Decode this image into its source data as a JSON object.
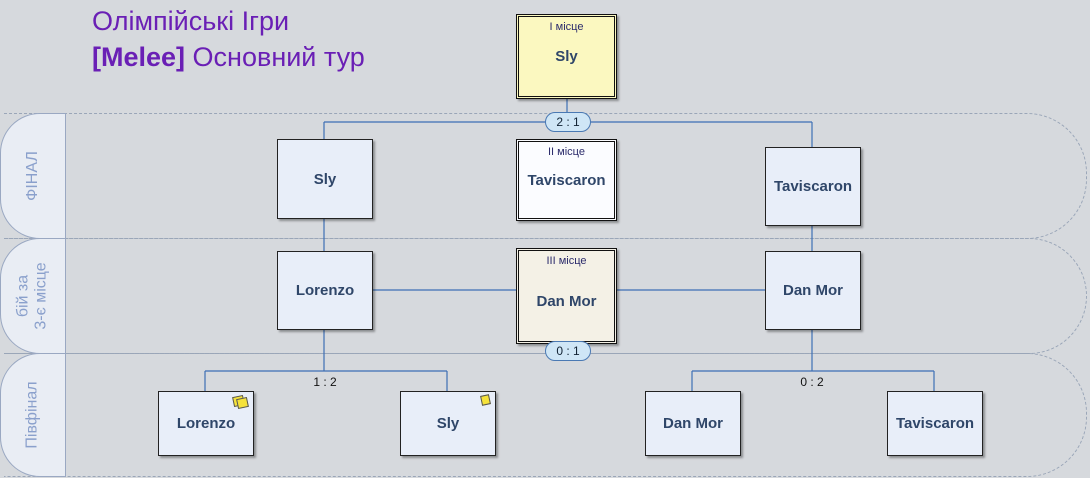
{
  "header": {
    "line1": "Олімпійські Ігри",
    "line2_bold": "[Melee]",
    "line2_rest": "Основний тур"
  },
  "rounds": {
    "final": "ФІНАЛ",
    "third_a": "бій за",
    "third_b": "3-є місце",
    "semi": "Півфінал"
  },
  "places": {
    "first": {
      "label": "I місце",
      "name": "Sly"
    },
    "second": {
      "label": "II місце",
      "name": "Taviscaron"
    },
    "third": {
      "label": "III місце",
      "name": "Dan Mor"
    }
  },
  "final": {
    "left": "Sly",
    "right": "Taviscaron",
    "score": "2 : 1"
  },
  "third_match": {
    "left": "Lorenzo",
    "right": "Dan Mor",
    "score": "0 : 1"
  },
  "semi1": {
    "left": "Lorenzo",
    "right": "Sly",
    "score": "1 : 2"
  },
  "semi2": {
    "left": "Dan Mor",
    "right": "Taviscaron",
    "score": "0 : 2"
  },
  "colors": {
    "first_bg": "#fbf8c0",
    "second_bg": "#fbfcff",
    "third_bg": "#f4f1e6",
    "box_bg": "#e8eef9",
    "title": "#6a1fb5"
  }
}
